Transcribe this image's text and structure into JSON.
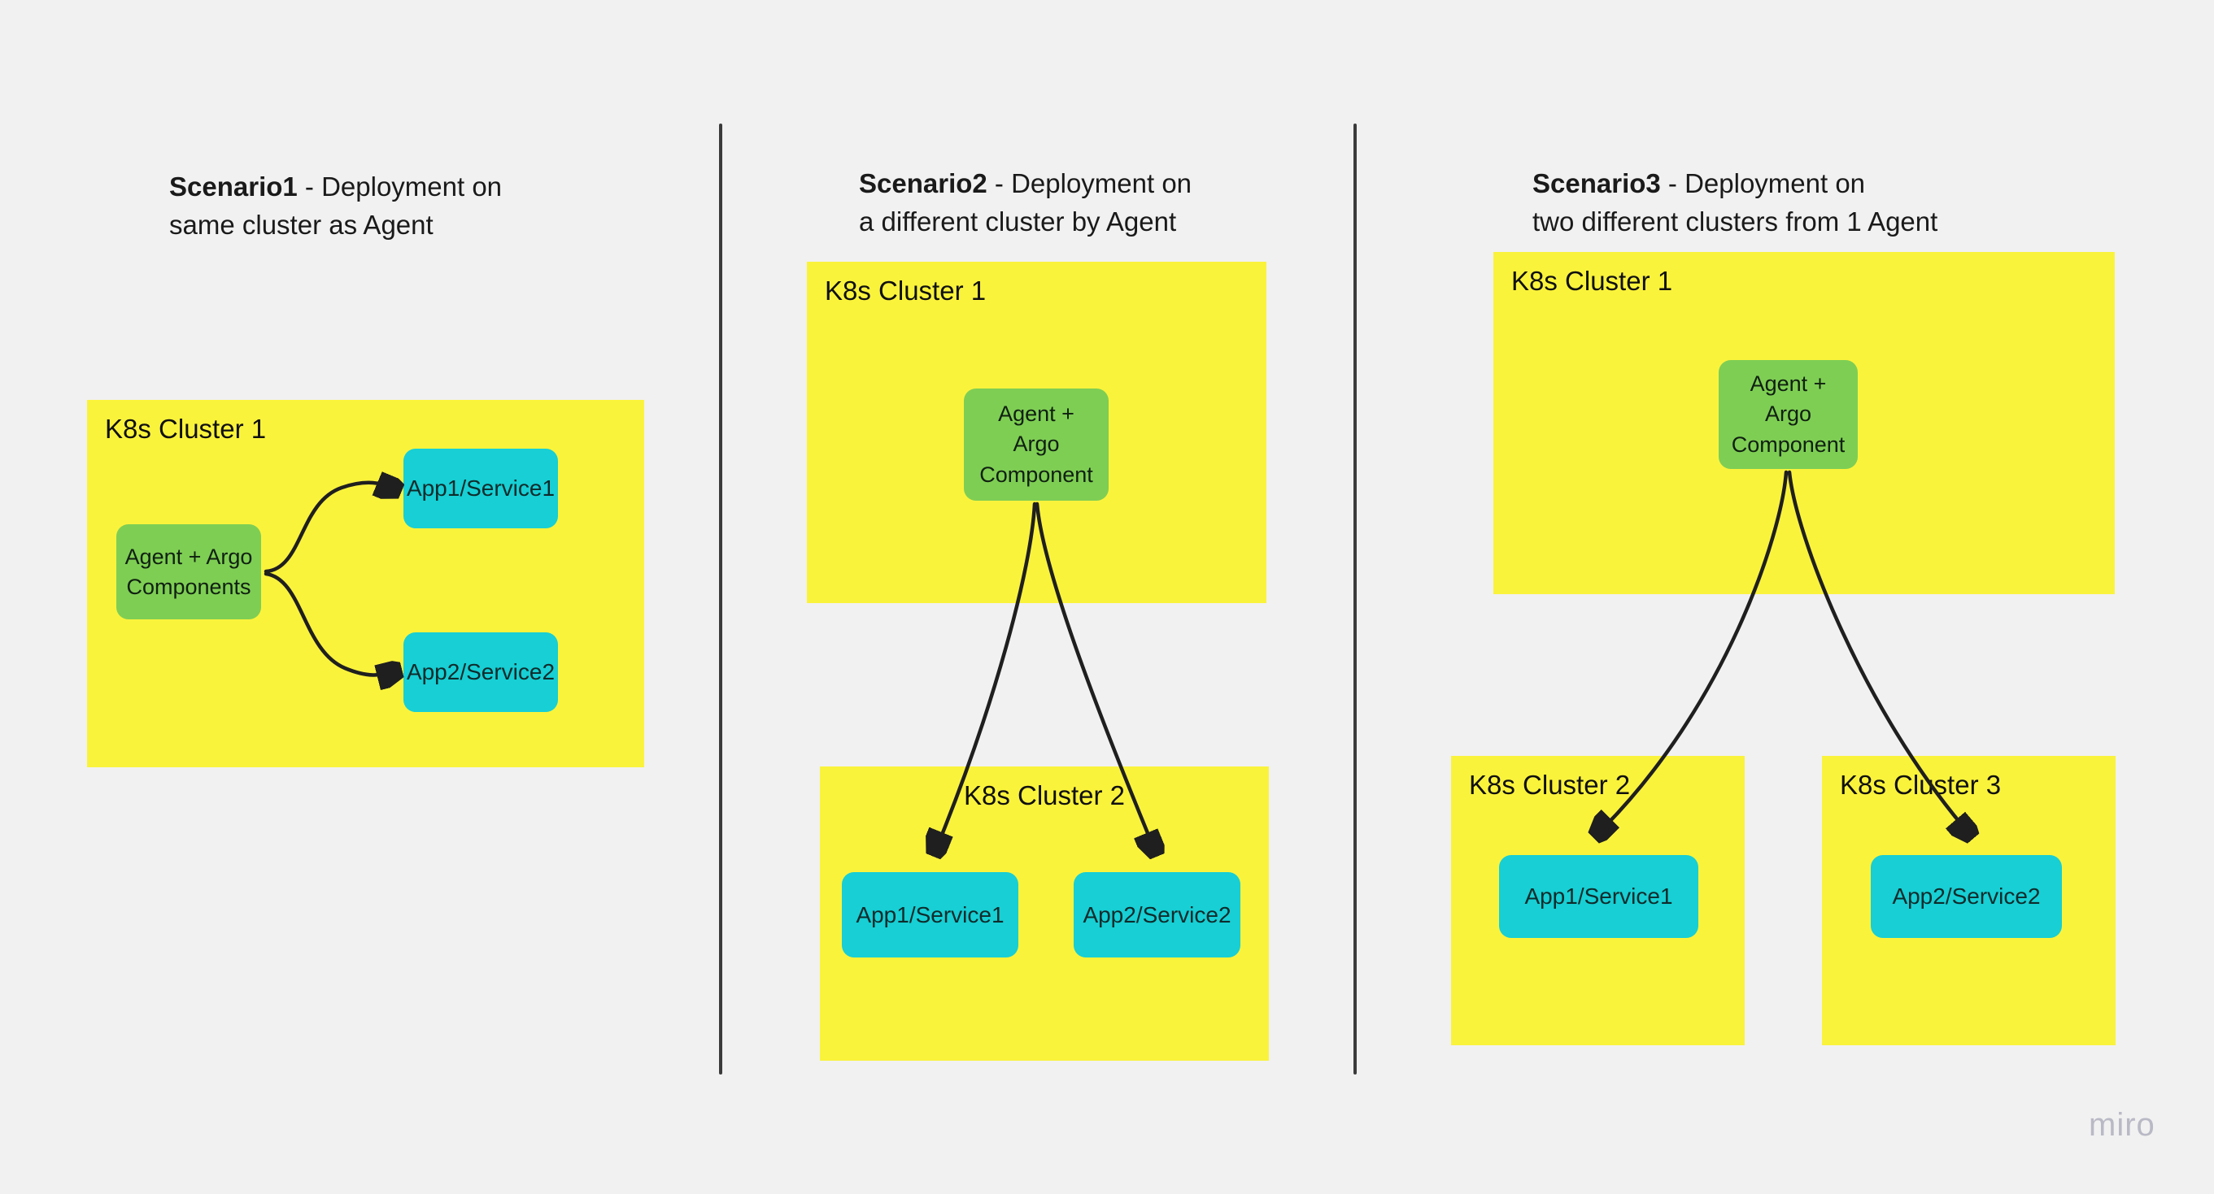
{
  "page": {
    "background_color": "#f1f1f1",
    "watermark": "miro"
  },
  "palette": {
    "cluster_yellow": "#faf33c",
    "agent_green": "#7ece54",
    "app_cyan": "#17cfd4",
    "arrow_dark": "#1f1f1f",
    "divider_dark": "#3b3b3b",
    "text_dark": "#1a1a1a",
    "watermark_gray": "#b9b9c6"
  },
  "scenarios": [
    {
      "id": "scenario1",
      "title_strong": "Scenario1",
      "title_rest": " - Deployment on\nsame cluster as Agent",
      "clusters": [
        {
          "id": "s1-cluster1",
          "label": "K8s Cluster 1",
          "label_align": "left"
        }
      ],
      "nodes": [
        {
          "id": "s1-agent",
          "label": "Agent + Argo\nComponents",
          "type": "agent"
        },
        {
          "id": "s1-app1",
          "label": "App1/Service1",
          "type": "app"
        },
        {
          "id": "s1-app2",
          "label": "App2/Service2",
          "type": "app"
        }
      ]
    },
    {
      "id": "scenario2",
      "title_strong": "Scenario2",
      "title_rest": " - Deployment on\na different cluster by Agent",
      "clusters": [
        {
          "id": "s2-cluster1",
          "label": "K8s Cluster 1",
          "label_align": "left"
        },
        {
          "id": "s2-cluster2",
          "label": "K8s Cluster 2",
          "label_align": "center"
        }
      ],
      "nodes": [
        {
          "id": "s2-agent",
          "label": "Agent +\nArgo\nComponent",
          "type": "agent"
        },
        {
          "id": "s2-app1",
          "label": "App1/Service1",
          "type": "app"
        },
        {
          "id": "s2-app2",
          "label": "App2/Service2",
          "type": "app"
        }
      ]
    },
    {
      "id": "scenario3",
      "title_strong": "Scenario3",
      "title_rest": " - Deployment on\ntwo different clusters from 1 Agent",
      "clusters": [
        {
          "id": "s3-cluster1",
          "label": "K8s Cluster 1",
          "label_align": "left"
        },
        {
          "id": "s3-cluster2",
          "label": "K8s Cluster 2",
          "label_align": "left"
        },
        {
          "id": "s3-cluster3",
          "label": "K8s Cluster 3",
          "label_align": "left"
        }
      ],
      "nodes": [
        {
          "id": "s3-agent",
          "label": "Agent +\nArgo\nComponent",
          "type": "agent"
        },
        {
          "id": "s3-app1",
          "label": "App1/Service1",
          "type": "app"
        },
        {
          "id": "s3-app2",
          "label": "App2/Service2",
          "type": "app"
        }
      ]
    }
  ]
}
